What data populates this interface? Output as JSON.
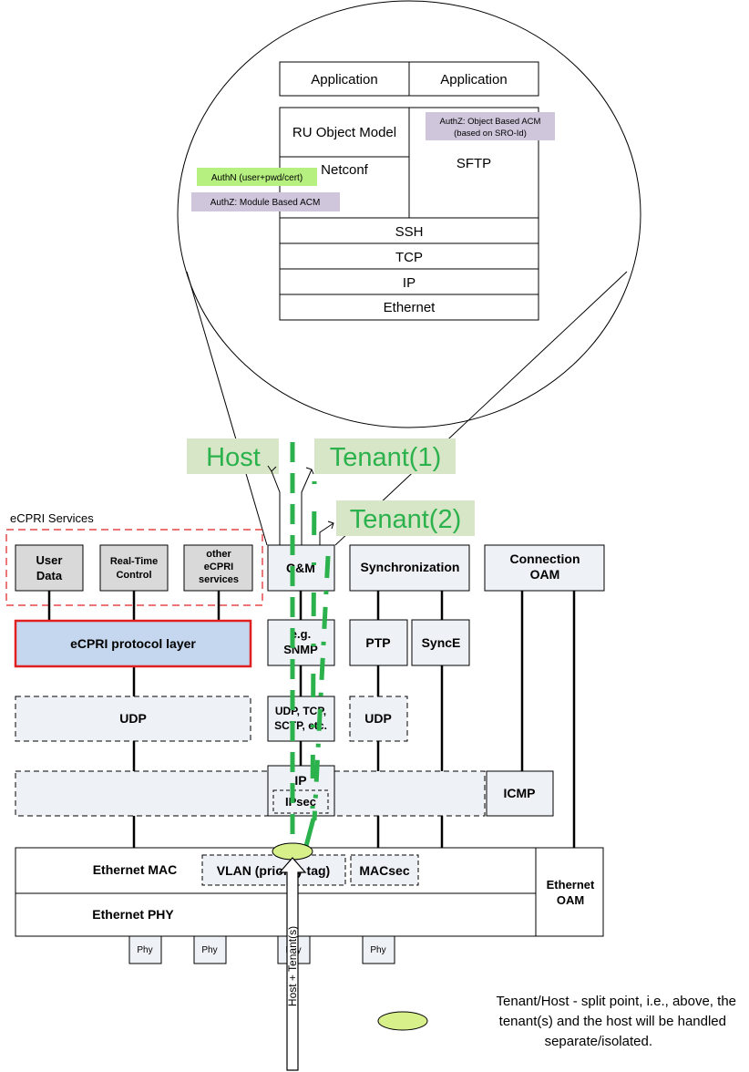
{
  "zoom": {
    "app1": "Application",
    "app2": "Application",
    "ru_model": "RU Object Model",
    "netconf": "Netconf",
    "authz_object_line1": "AuthZ: Object Based ACM",
    "authz_object_line2": "(based on SRO-Id)",
    "sftp": "SFTP",
    "authn": "AuthN (user+pwd/cert)",
    "authz_module": "AuthZ: Module Based ACM",
    "ssh": "SSH",
    "tcp": "TCP",
    "ip": "IP",
    "ethernet": "Ethernet"
  },
  "labels": {
    "host": "Host",
    "tenant1": "Tenant(1)",
    "tenant2": "Tenant(2)",
    "ecpri_services": "eCPRI Services"
  },
  "blocks": {
    "user_data_line1": "User",
    "user_data_line2": "Data",
    "rt_control_line1": "Real-Time",
    "rt_control_line2": "Control",
    "other_line1": "other",
    "other_line2": "eCPRI",
    "other_line3": "services",
    "cm": "C&M",
    "sync": "Synchronization",
    "conn_oam_line1": "Connection",
    "conn_oam_line2": "OAM",
    "ecpri_layer": "eCPRI protocol layer",
    "snmp_line1": "e.g.",
    "snmp_line2": "SNMP",
    "ptp": "PTP",
    "synce": "SyncE",
    "udp_left": "UDP",
    "udp_tcp_line1": "UDP, TCP,",
    "udp_tcp_line2": "SCTP, etc.",
    "udp_right": "UDP",
    "ip": "IP",
    "ipsec": "IPsec",
    "icmp": "ICMP",
    "eth_mac": "Ethernet MAC",
    "vlan": "VLAN (priority tag)",
    "macsec": "MACsec",
    "eth_oam_line1": "Ethernet",
    "eth_oam_line2": "OAM",
    "eth_phy": "Ethernet PHY",
    "phy1": "Phy",
    "phy2": "Phy",
    "phy3": "Phy",
    "phy4": "Phy"
  },
  "arrow_label": "Host + Tenant(s)",
  "legend": {
    "line1": "Tenant/Host - split point, i.e., above, the",
    "line2": "tenant(s) and the host will be handled",
    "line3": "separate/isolated."
  },
  "colors": {
    "green_text": "#2bb24c",
    "green_label_bg": "#d8e6c8",
    "block_fill": "#eef1f6",
    "gray_fill": "#d9d9d9",
    "ecpri_fill": "#c5d7ee",
    "red": "#e02020",
    "lime": "#b6f080",
    "authz_fill": "#cfc6dc",
    "split_green": "#d7f08a"
  }
}
